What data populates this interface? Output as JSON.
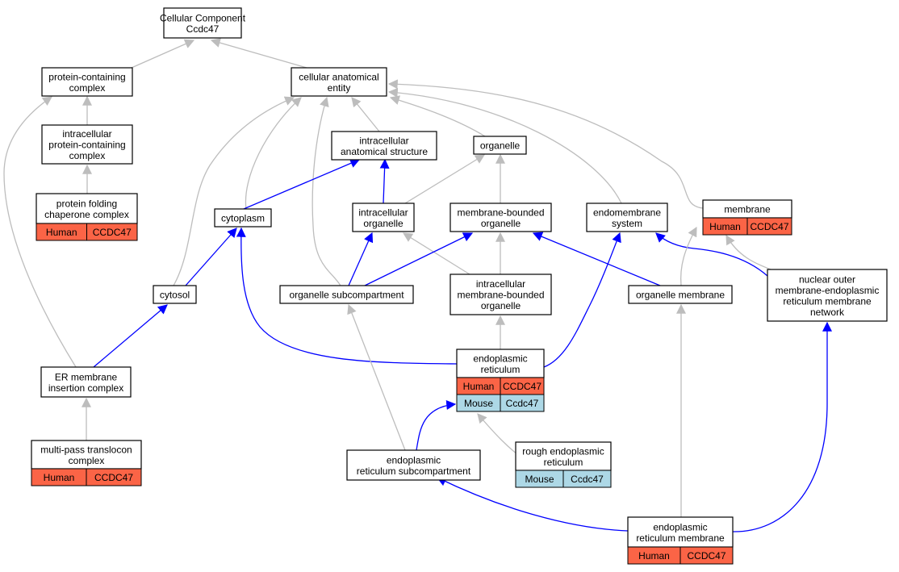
{
  "colors": {
    "human": "#fb6446",
    "mouse": "#add8e6",
    "is_a_edge": "#bdbdbd",
    "part_of_edge": "#0000ff",
    "node_border": "#000000"
  },
  "nodes": [
    {
      "id": "cellular_component",
      "lines": [
        "Cellular Component",
        "Ccdc47"
      ],
      "annotations": []
    },
    {
      "id": "protein_containing_complex",
      "lines": [
        "protein-containing",
        "complex"
      ],
      "annotations": []
    },
    {
      "id": "cellular_anatomical_entity",
      "lines": [
        "cellular anatomical",
        "entity"
      ],
      "annotations": []
    },
    {
      "id": "intracellular_protein_containing_complex",
      "lines": [
        "intracellular",
        "protein-containing",
        "complex"
      ],
      "annotations": []
    },
    {
      "id": "intracellular_anatomical_structure",
      "lines": [
        "intracellular",
        "anatomical structure"
      ],
      "annotations": []
    },
    {
      "id": "organelle",
      "lines": [
        "organelle"
      ],
      "annotations": []
    },
    {
      "id": "protein_folding_chaperone_complex",
      "lines": [
        "protein folding",
        "chaperone complex"
      ],
      "annotations": [
        {
          "species": "Human",
          "gene": "CCDC47"
        }
      ]
    },
    {
      "id": "cytoplasm",
      "lines": [
        "cytoplasm"
      ],
      "annotations": []
    },
    {
      "id": "intracellular_organelle",
      "lines": [
        "intracellular",
        "organelle"
      ],
      "annotations": []
    },
    {
      "id": "membrane_bounded_organelle",
      "lines": [
        "membrane-bounded",
        "organelle"
      ],
      "annotations": []
    },
    {
      "id": "endomembrane_system",
      "lines": [
        "endomembrane",
        "system"
      ],
      "annotations": []
    },
    {
      "id": "membrane",
      "lines": [
        "membrane"
      ],
      "annotations": [
        {
          "species": "Human",
          "gene": "CCDC47"
        }
      ]
    },
    {
      "id": "cytosol",
      "lines": [
        "cytosol"
      ],
      "annotations": []
    },
    {
      "id": "organelle_subcompartment",
      "lines": [
        "organelle subcompartment"
      ],
      "annotations": []
    },
    {
      "id": "intracellular_membrane_bounded_organelle",
      "lines": [
        "intracellular",
        "membrane-bounded",
        "organelle"
      ],
      "annotations": []
    },
    {
      "id": "organelle_membrane",
      "lines": [
        "organelle membrane"
      ],
      "annotations": []
    },
    {
      "id": "nuclear_outer_membrane_er_network",
      "lines": [
        "nuclear outer",
        "membrane-endoplasmic",
        "reticulum membrane",
        "network"
      ],
      "annotations": []
    },
    {
      "id": "endoplasmic_reticulum",
      "lines": [
        "endoplasmic",
        "reticulum"
      ],
      "annotations": [
        {
          "species": "Human",
          "gene": "CCDC47"
        },
        {
          "species": "Mouse",
          "gene": "Ccdc47"
        }
      ]
    },
    {
      "id": "er_membrane_insertion_complex",
      "lines": [
        "ER membrane",
        "insertion complex"
      ],
      "annotations": []
    },
    {
      "id": "multi_pass_translocon_complex",
      "lines": [
        "multi-pass translocon",
        "complex"
      ],
      "annotations": [
        {
          "species": "Human",
          "gene": "CCDC47"
        }
      ]
    },
    {
      "id": "er_subcompartment",
      "lines": [
        "endoplasmic",
        "reticulum subcompartment"
      ],
      "annotations": []
    },
    {
      "id": "rough_er",
      "lines": [
        "rough endoplasmic",
        "reticulum"
      ],
      "annotations": [
        {
          "species": "Mouse",
          "gene": "Ccdc47"
        }
      ]
    },
    {
      "id": "er_membrane",
      "lines": [
        "endoplasmic",
        "reticulum membrane"
      ],
      "annotations": [
        {
          "species": "Human",
          "gene": "CCDC47"
        }
      ]
    }
  ],
  "edges": [
    {
      "from": "protein_containing_complex",
      "to": "cellular_component",
      "type": "is_a"
    },
    {
      "from": "cellular_anatomical_entity",
      "to": "cellular_component",
      "type": "is_a"
    },
    {
      "from": "intracellular_protein_containing_complex",
      "to": "protein_containing_complex",
      "type": "is_a"
    },
    {
      "from": "protein_folding_chaperone_complex",
      "to": "intracellular_protein_containing_complex",
      "type": "is_a"
    },
    {
      "from": "er_membrane_insertion_complex",
      "to": "protein_containing_complex",
      "type": "is_a"
    },
    {
      "from": "intracellular_anatomical_structure",
      "to": "cellular_anatomical_entity",
      "type": "is_a"
    },
    {
      "from": "organelle",
      "to": "cellular_anatomical_entity",
      "type": "is_a"
    },
    {
      "from": "cytoplasm",
      "to": "cellular_anatomical_entity",
      "type": "is_a"
    },
    {
      "from": "cytosol",
      "to": "cellular_anatomical_entity",
      "type": "is_a"
    },
    {
      "from": "organelle_subcompartment",
      "to": "cellular_anatomical_entity",
      "type": "is_a"
    },
    {
      "from": "endomembrane_system",
      "to": "cellular_anatomical_entity",
      "type": "is_a"
    },
    {
      "from": "membrane",
      "to": "cellular_anatomical_entity",
      "type": "is_a"
    },
    {
      "from": "cytoplasm",
      "to": "intracellular_anatomical_structure",
      "type": "part_of"
    },
    {
      "from": "intracellular_organelle",
      "to": "intracellular_anatomical_structure",
      "type": "part_of"
    },
    {
      "from": "intracellular_organelle",
      "to": "organelle",
      "type": "is_a"
    },
    {
      "from": "membrane_bounded_organelle",
      "to": "organelle",
      "type": "is_a"
    },
    {
      "from": "cytosol",
      "to": "cytoplasm",
      "type": "part_of"
    },
    {
      "from": "endoplasmic_reticulum",
      "to": "cytoplasm",
      "type": "part_of"
    },
    {
      "from": "organelle_subcompartment",
      "to": "intracellular_organelle",
      "type": "part_of"
    },
    {
      "from": "intracellular_membrane_bounded_organelle",
      "to": "intracellular_organelle",
      "type": "is_a"
    },
    {
      "from": "organelle_subcompartment",
      "to": "membrane_bounded_organelle",
      "type": "part_of"
    },
    {
      "from": "intracellular_membrane_bounded_organelle",
      "to": "membrane_bounded_organelle",
      "type": "is_a"
    },
    {
      "from": "organelle_membrane",
      "to": "membrane_bounded_organelle",
      "type": "part_of"
    },
    {
      "from": "endoplasmic_reticulum",
      "to": "endomembrane_system",
      "type": "part_of"
    },
    {
      "from": "nuclear_outer_membrane_er_network",
      "to": "endomembrane_system",
      "type": "part_of"
    },
    {
      "from": "organelle_membrane",
      "to": "membrane",
      "type": "is_a"
    },
    {
      "from": "nuclear_outer_membrane_er_network",
      "to": "membrane",
      "type": "is_a"
    },
    {
      "from": "er_membrane_insertion_complex",
      "to": "cytosol",
      "type": "part_of"
    },
    {
      "from": "er_subcompartment",
      "to": "organelle_subcompartment",
      "type": "is_a"
    },
    {
      "from": "endoplasmic_reticulum",
      "to": "intracellular_membrane_bounded_organelle",
      "type": "is_a"
    },
    {
      "from": "er_membrane",
      "to": "organelle_membrane",
      "type": "is_a"
    },
    {
      "from": "er_membrane",
      "to": "nuclear_outer_membrane_er_network",
      "type": "part_of"
    },
    {
      "from": "multi_pass_translocon_complex",
      "to": "er_membrane_insertion_complex",
      "type": "is_a"
    },
    {
      "from": "er_subcompartment",
      "to": "endoplasmic_reticulum",
      "type": "part_of"
    },
    {
      "from": "rough_er",
      "to": "endoplasmic_reticulum",
      "type": "is_a"
    },
    {
      "from": "er_membrane",
      "to": "er_subcompartment",
      "type": "part_of"
    }
  ]
}
